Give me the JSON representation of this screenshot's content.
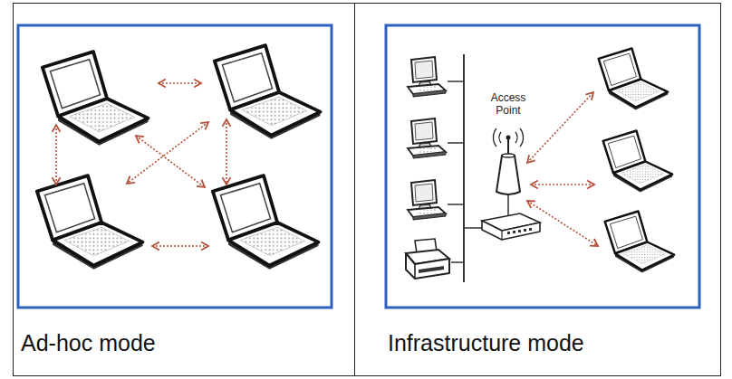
{
  "diagram": {
    "nodes": [
      {
        "text": [
          "Ad-hoc mode"
        ]
      },
      {
        "text": [
          "Infrastructure mode"
        ]
      }
    ],
    "labels": [
      "Access Point"
    ]
  }
}
